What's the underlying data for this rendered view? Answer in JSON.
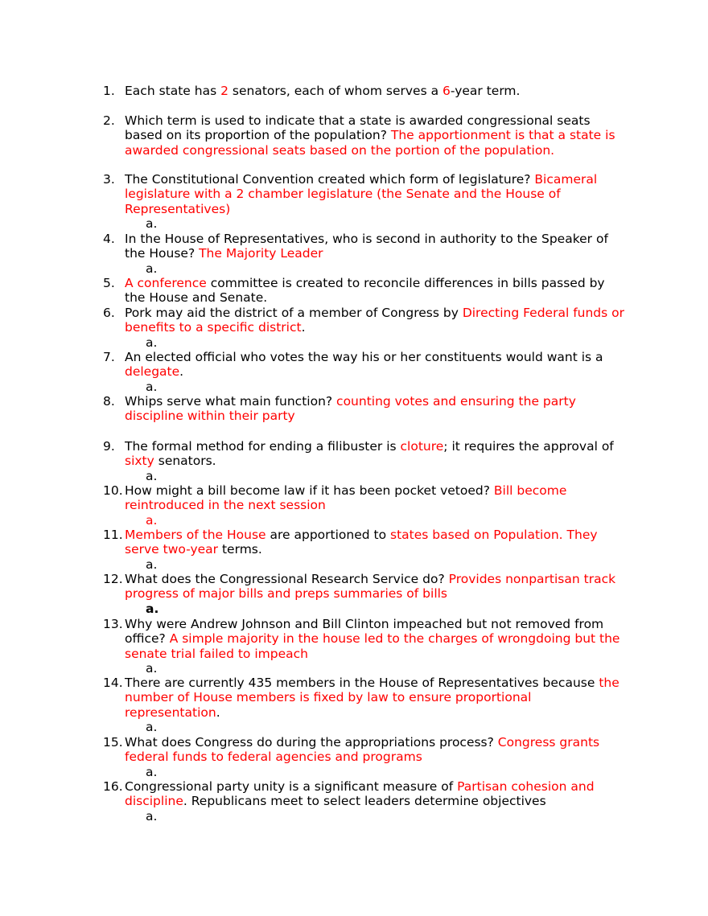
{
  "colors": {
    "text": "#000000",
    "answer": "#ff0000"
  },
  "items": [
    {
      "num": "1.",
      "segs": [
        {
          "t": "Each state has ",
          "red": false
        },
        {
          "t": "2",
          "red": true
        },
        {
          "t": " senators, each of whom serves a ",
          "red": false
        },
        {
          "t": "6",
          "red": true
        },
        {
          "t": "-year term.",
          "red": false
        }
      ]
    },
    {
      "num": "2.",
      "segs": [
        {
          "t": "Which term is used to indicate that a state is awarded congressional seats based on its proportion of the population?  ",
          "red": false
        },
        {
          "t": "The apportionment is that a state is awarded congressional seats based on the portion of the population.",
          "red": true
        }
      ]
    },
    {
      "num": "3.",
      "segs": [
        {
          "t": "The Constitutional Convention created which form of legislature? ",
          "red": false
        },
        {
          "t": "Bicameral legislature with a 2 chamber legislature (the Senate and the House of Representatives)",
          "red": true
        }
      ],
      "sub": {
        "t": "a.",
        "red": false,
        "bold": false
      }
    },
    {
      "num": "4.",
      "segs": [
        {
          "t": "In the House of Representatives, who is second in authority to the Speaker of the House? ",
          "red": false
        },
        {
          "t": "The Majority Leader",
          "red": true
        }
      ],
      "sub": {
        "t": "a.",
        "red": false,
        "bold": false
      }
    },
    {
      "num": "5.",
      "segs": [
        {
          "t": "A conference",
          "red": true
        },
        {
          "t": " committee is created to reconcile differences in bills passed by the House and Senate.",
          "red": false
        }
      ]
    },
    {
      "num": "6.",
      "segs": [
        {
          "t": "Pork may aid the district of a member of Congress by ",
          "red": false
        },
        {
          "t": "Directing Federal funds or benefits to a specific district",
          "red": true
        },
        {
          "t": ".",
          "red": false
        }
      ],
      "sub": {
        "t": "a.",
        "red": false,
        "bold": false
      }
    },
    {
      "num": "7.",
      "segs": [
        {
          "t": "An elected official who votes the way his or her constituents would want is a ",
          "red": false
        },
        {
          "t": "delegate",
          "red": true
        },
        {
          "t": ".",
          "red": false
        }
      ],
      "sub": {
        "t": "a.",
        "red": false,
        "bold": false
      }
    },
    {
      "num": "8.",
      "segs": [
        {
          "t": "Whips serve what main function? ",
          "red": false
        },
        {
          "t": "counting votes and ensuring the party discipline within their party",
          "red": true
        }
      ]
    },
    {
      "num": "9.",
      "segs": [
        {
          "t": "The formal method for ending a filibuster is ",
          "red": false
        },
        {
          "t": "cloture",
          "red": true
        },
        {
          "t": "; it requires the approval of ",
          "red": false
        },
        {
          "t": "sixty",
          "red": true
        },
        {
          "t": " senators.",
          "red": false
        }
      ],
      "sub": {
        "t": "a.",
        "red": false,
        "bold": false
      }
    },
    {
      "num": "10.",
      "segs": [
        {
          "t": "How might a bill become law if it has been pocket vetoed? ",
          "red": false
        },
        {
          "t": "Bill become reintroduced in the next session",
          "red": true
        }
      ],
      "sub": {
        "t": "a.",
        "red": true,
        "bold": false
      }
    },
    {
      "num": "11.",
      "segs": [
        {
          "t": "Members of the House",
          "red": true
        },
        {
          "t": " are apportioned to ",
          "red": false
        },
        {
          "t": "states based on Population. They serve two-year",
          "red": true
        },
        {
          "t": " terms.",
          "red": false
        }
      ],
      "sub": {
        "t": "a.",
        "red": false,
        "bold": false
      }
    },
    {
      "num": "12.",
      "segs": [
        {
          "t": "What does the Congressional Research Service do? ",
          "red": false
        },
        {
          "t": "Provides nonpartisan track progress of major bills and preps summaries of bills",
          "red": true
        }
      ],
      "sub": {
        "t": "a.",
        "red": false,
        "bold": true
      }
    },
    {
      "num": "13.",
      "segs": [
        {
          "t": "Why were Andrew Johnson and Bill Clinton impeached but not removed from office? ",
          "red": false
        },
        {
          "t": "A simple majority in the house led to the charges of wrongdoing but the senate trial failed to impeach",
          "red": true
        }
      ],
      "sub": {
        "t": "a.",
        "red": false,
        "bold": false
      }
    },
    {
      "num": "14.",
      "segs": [
        {
          "t": "There are currently 435 members in the House of Representatives because ",
          "red": false
        },
        {
          "t": "the number of House members is fixed by law to ensure proportional representation",
          "red": true
        },
        {
          "t": ".",
          "red": false
        }
      ],
      "sub": {
        "t": "a.",
        "red": false,
        "bold": false
      }
    },
    {
      "num": "15.",
      "segs": [
        {
          "t": "What does Congress do during the appropriations process? ",
          "red": false
        },
        {
          "t": "Congress grants federal funds to federal agencies and programs",
          "red": true
        }
      ],
      "sub": {
        "t": "a.",
        "red": false,
        "bold": false
      }
    },
    {
      "num": "16.",
      "segs": [
        {
          "t": "Congressional party unity is a significant measure of ",
          "red": false
        },
        {
          "t": "Partisan cohesion and discipline",
          "red": true
        },
        {
          "t": ". Republicans meet to select leaders determine objectives",
          "red": false
        }
      ],
      "sub": {
        "t": "a.",
        "red": false,
        "bold": false
      }
    }
  ]
}
